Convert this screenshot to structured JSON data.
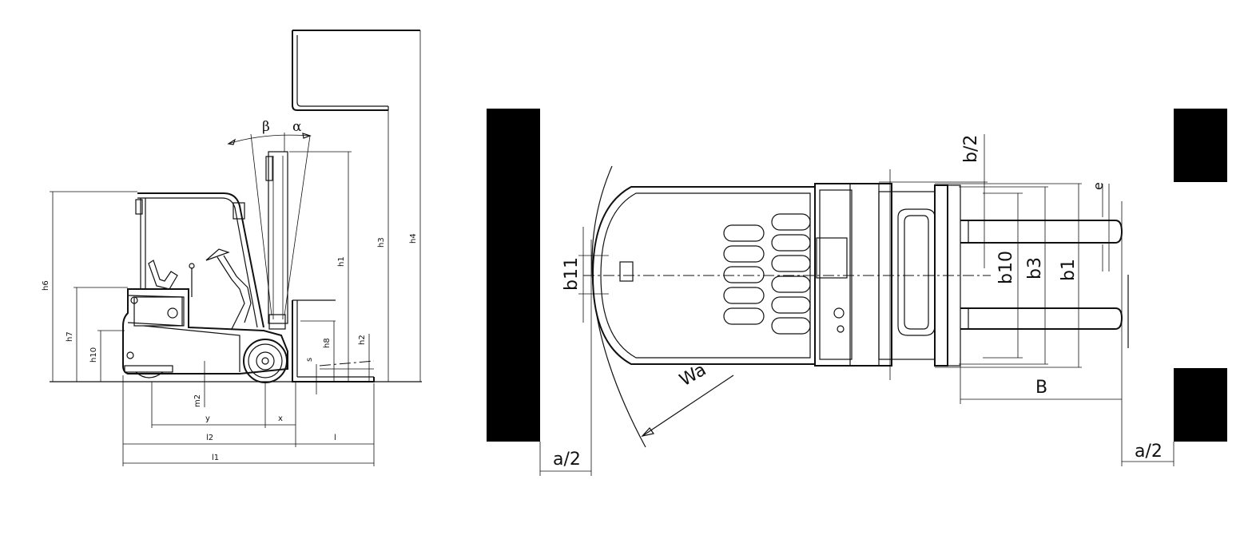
{
  "side_view": {
    "labels": {
      "beta": "β",
      "alpha": "α",
      "h6": "h6",
      "h7": "h7",
      "h10": "h10",
      "h1": "h1",
      "h3": "h3",
      "h4": "h4",
      "h8": "h8",
      "h2": "h2",
      "s": "s",
      "m2": "m2",
      "y": "y",
      "x": "x",
      "l2": "l2",
      "l": "l",
      "l1": "l1"
    }
  },
  "top_view": {
    "labels": {
      "b_half": "b/2",
      "e": "e",
      "b11": "b11",
      "b10": "b10",
      "b3": "b3",
      "b1": "b1",
      "wa": "Wa",
      "B": "B",
      "a_half_left": "a/2",
      "a_half_right": "a/2"
    }
  }
}
